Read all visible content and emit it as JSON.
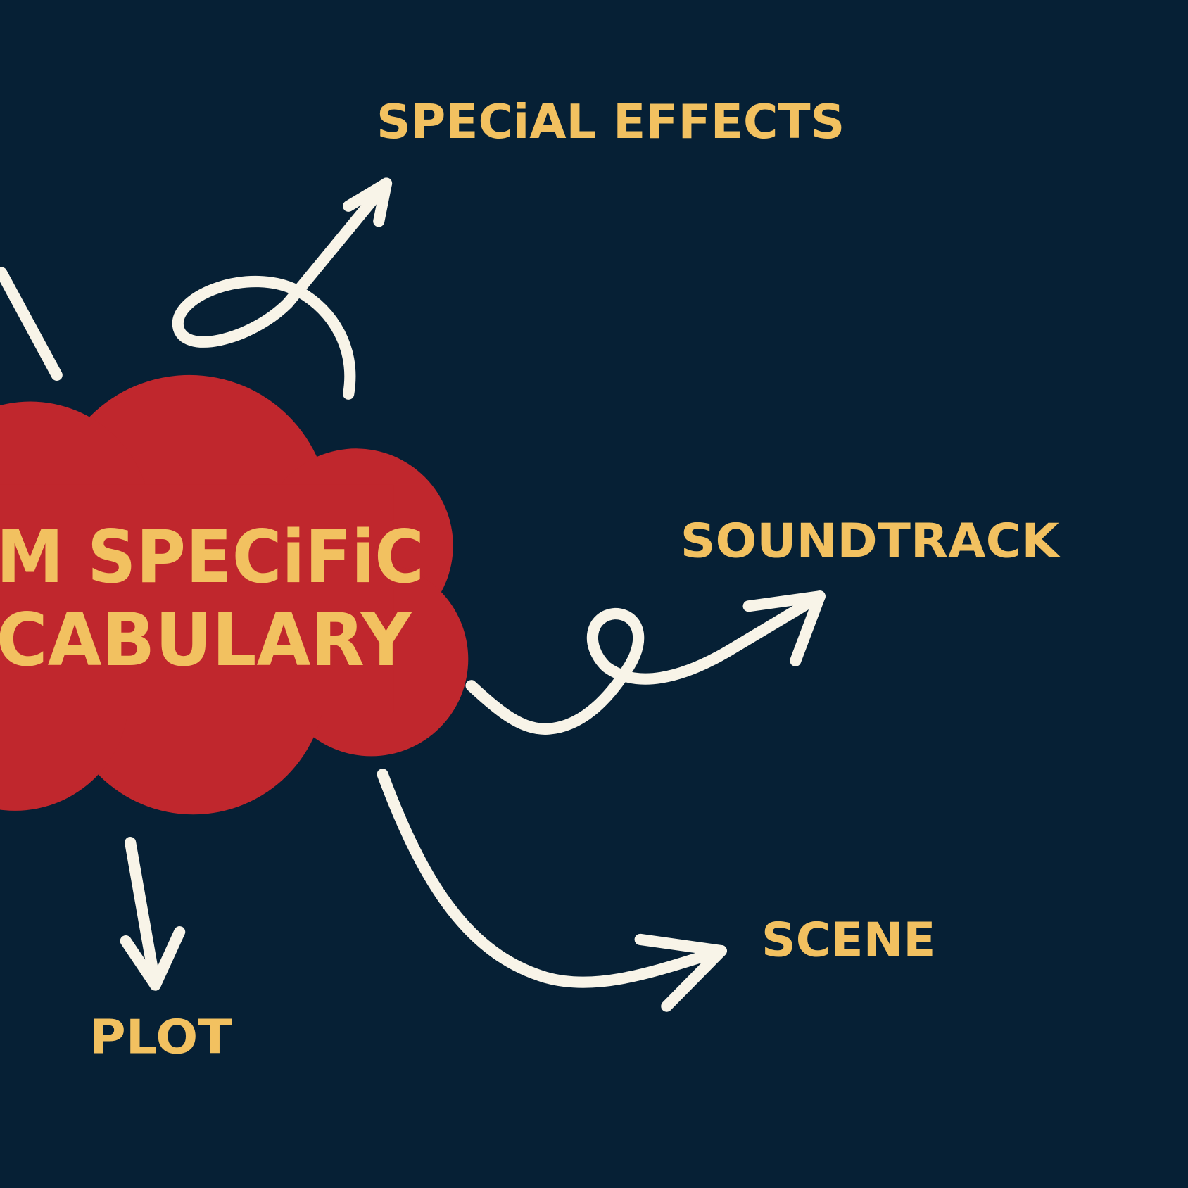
{
  "colors": {
    "background": "#062035",
    "cloud": "#c0272d",
    "label": "#f2c160",
    "arrow": "#f8f4e8"
  },
  "center": {
    "line1": "M SPECiFiC",
    "line2": "CABULARY"
  },
  "branches": [
    {
      "label": "SPECiAL EFFECTS"
    },
    {
      "label": "SOUNDTRACK"
    },
    {
      "label": "SCENE"
    },
    {
      "label": "PLOT"
    }
  ]
}
